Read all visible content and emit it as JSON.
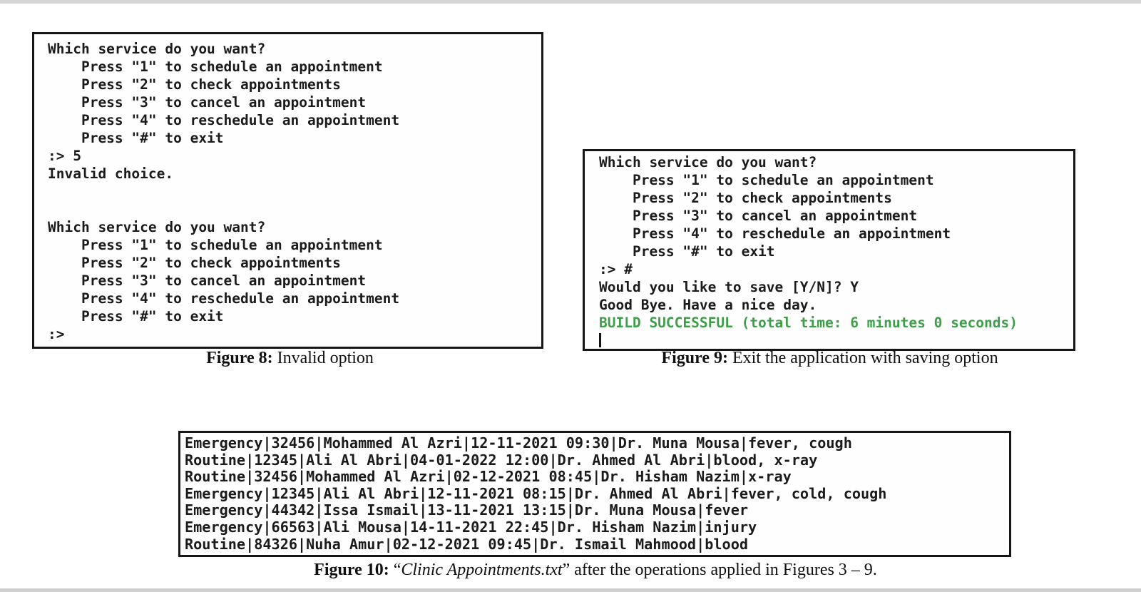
{
  "colors": {
    "terminal_text": "#1b1b1b",
    "success_green": "#3f9e4a",
    "box_border": "#161616",
    "page_background": "#ffffff",
    "edge_strip": "#d5d5d5"
  },
  "figure8": {
    "lines": [
      "Which service do you want?",
      "    Press \"1\" to schedule an appointment",
      "    Press \"2\" to check appointments",
      "    Press \"3\" to cancel an appointment",
      "    Press \"4\" to reschedule an appointment",
      "    Press \"#\" to exit",
      ":> 5",
      "Invalid choice.",
      "",
      "",
      "Which service do you want?",
      "    Press \"1\" to schedule an appointment",
      "    Press \"2\" to check appointments",
      "    Press \"3\" to cancel an appointment",
      "    Press \"4\" to reschedule an appointment",
      "    Press \"#\" to exit",
      ":>"
    ],
    "caption": {
      "label": "Figure 8:",
      "text": " Invalid option"
    }
  },
  "figure9": {
    "lines": [
      "Which service do you want?",
      "    Press \"1\" to schedule an appointment",
      "    Press \"2\" to check appointments",
      "    Press \"3\" to cancel an appointment",
      "    Press \"4\" to reschedule an appointment",
      "    Press \"#\" to exit",
      ":> #",
      "Would you like to save [Y/N]? Y",
      "Good Bye. Have a nice day.",
      "BUILD SUCCESSFUL (total time: 6 minutes 0 seconds)"
    ],
    "caption": {
      "label": "Figure 9:",
      "text": " Exit the application with saving option"
    }
  },
  "figure10": {
    "lines": [
      "Emergency|32456|Mohammed Al Azri|12-11-2021 09:30|Dr. Muna Mousa|fever, cough",
      "Routine|12345|Ali Al Abri|04-01-2022 12:00|Dr. Ahmed Al Abri|blood, x-ray",
      "Routine|32456|Mohammed Al Azri|02-12-2021 08:45|Dr. Hisham Nazim|x-ray",
      "Emergency|12345|Ali Al Abri|12-11-2021 08:15|Dr. Ahmed Al Abri|fever, cold, cough",
      "Emergency|44342|Issa Ismail|13-11-2021 13:15|Dr. Muna Mousa|fever",
      "Emergency|66563|Ali Mousa|14-11-2021 22:45|Dr. Hisham Nazim|injury",
      "Routine|84326|Nuha Amur|02-12-2021 09:45|Dr. Ismail Mahmood|blood"
    ],
    "caption": {
      "label": "Figure 10:",
      "quote_open": " “",
      "italic": "Clinic Appointments.txt",
      "rest": "” after the operations applied in Figures 3 – 9."
    }
  }
}
